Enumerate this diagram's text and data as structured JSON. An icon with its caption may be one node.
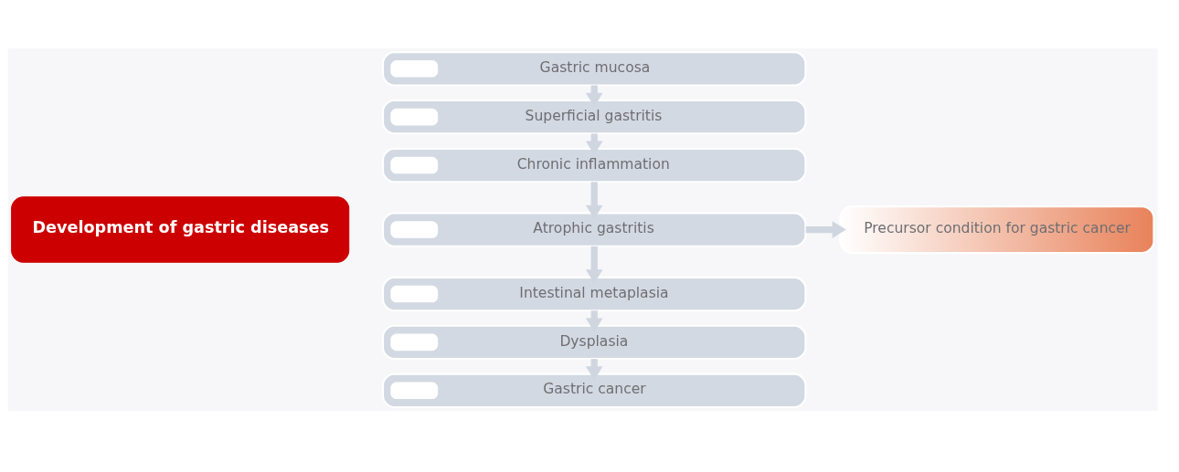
{
  "diagram": {
    "nodes": [
      {
        "text": [
          "Development of gastric diseases"
        ]
      },
      {
        "text": [
          "Gastric mucosa"
        ]
      },
      {
        "text": [
          "Superficial gastritis"
        ]
      },
      {
        "text": [
          "Chronic inflammation"
        ]
      },
      {
        "text": [
          "Atrophic gastritis"
        ]
      },
      {
        "text": [
          "Intestinal metaplasia"
        ]
      },
      {
        "text": [
          "Dysplasia"
        ]
      },
      {
        "text": [
          "Gastric cancer"
        ]
      },
      {
        "text": [
          "Precursor condition for gastric cancer"
        ]
      }
    ],
    "edges": [
      {
        "from": 1,
        "to": 2,
        "arrow": "to"
      },
      {
        "from": 2,
        "to": 3,
        "arrow": "to"
      },
      {
        "from": 3,
        "to": 4,
        "arrow": "to"
      },
      {
        "from": 4,
        "to": 5,
        "arrow": "to"
      },
      {
        "from": 5,
        "to": 6,
        "arrow": "to"
      },
      {
        "from": 6,
        "to": 7,
        "arrow": "to"
      },
      {
        "from": 4,
        "to": 8,
        "arrow": "to"
      }
    ]
  }
}
